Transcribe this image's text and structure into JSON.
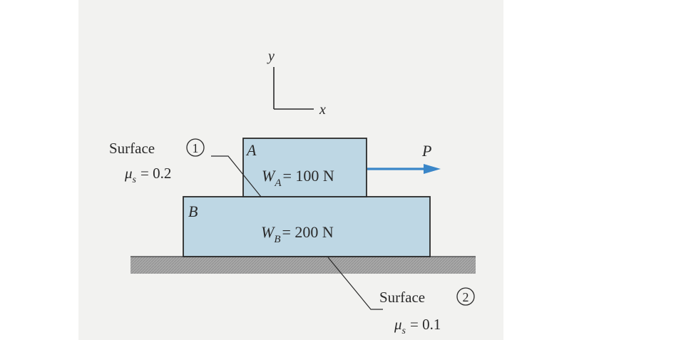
{
  "axes": {
    "y_label": "y",
    "x_label": "x"
  },
  "block_a": {
    "label": "A",
    "weight_symbol": "W",
    "weight_sub": "A",
    "weight_value": "= 100 N",
    "color": "#bed7e4"
  },
  "block_b": {
    "label": "B",
    "weight_symbol": "W",
    "weight_sub": "B",
    "weight_value": "= 200 N",
    "color": "#bed7e4"
  },
  "force": {
    "label": "P",
    "color": "#3a86c8"
  },
  "surface_1": {
    "word": "Surface",
    "number": "1",
    "mu_symbol": "μ",
    "mu_sub": "s",
    "mu_value": "= 0.2"
  },
  "surface_2": {
    "word": "Surface",
    "number": "2",
    "mu_symbol": "μ",
    "mu_sub": "s",
    "mu_value": "= 0.1"
  },
  "ground": {
    "color": "#a9a9a9"
  }
}
